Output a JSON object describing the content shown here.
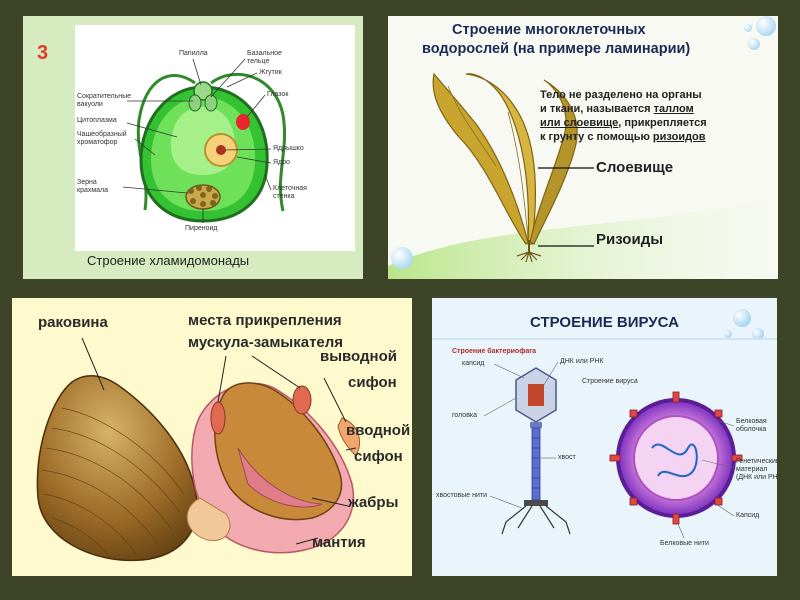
{
  "panel1": {
    "number": "3",
    "caption": "Строение хламидомонады",
    "labels": {
      "papilla": "Папилла",
      "basal_body": "Базальное\nтельце",
      "contractile_vacuoles": "Сократительные\nвакуоли",
      "flagellum": "Жгутик",
      "cytoplasm": "Цитоплазма",
      "eyespot": "Глазок",
      "chloroplast": "Чашеобразный\nхроматофор",
      "nucleolus": "Ядрышко",
      "nucleus": "Ядро",
      "starch": "Зерна\nкрахмала",
      "cell_wall": "Клеточная\nстенка",
      "pyrenoid": "Пиреноид"
    }
  },
  "panel2": {
    "title_line1": "Строение многоклеточных",
    "title_line2": "водорослей (на примере ламинарии)",
    "body_line1": "Тело не разделено на органы",
    "body_line2": "и ткани, называется ",
    "body_talom": "таллом",
    "body_line3": "или слоевище",
    "body_line3b": ", прикрепляется",
    "body_line4": "к грунту с помощью ",
    "body_rhizoids": "ризоидов",
    "label_thallus": "Слоевище",
    "label_rhizoids": "Ризоиды"
  },
  "panel3": {
    "shell": "раковина",
    "muscle_line1": "места прикрепления",
    "muscle_line2": "мускула-замыкателя",
    "out_siphon_line1": "выводной",
    "out_siphon_line2": "сифон",
    "in_siphon_line1": "вводной",
    "in_siphon_line2": "сифон",
    "gills": "жабры",
    "mantle": "мантия"
  },
  "panel4": {
    "title": "СТРОЕНИЕ ВИРУСА",
    "phage_title": "Строение бактериофага",
    "capsid": "капсид",
    "dna_rna": "ДНК или РНК",
    "head": "головка",
    "tail": "хвост",
    "tail_fibers": "хвостовые нити",
    "virus_title": "Строение вируса",
    "protein_shell": "Белковая\nоболочка",
    "genetic_material": "Генетический\nматериал\n(ДНК или РНК)",
    "capsid_right": "Капсид",
    "protein_spikes": "Белковые нити"
  },
  "colors": {
    "background": "#3e4427",
    "chlamy_green": "#3fcf3a",
    "eyespot": "#e8262b",
    "panel3_text": "#2a2a2a",
    "virus_purple": "#7b2fbf",
    "number_red": "#e03a2a"
  }
}
